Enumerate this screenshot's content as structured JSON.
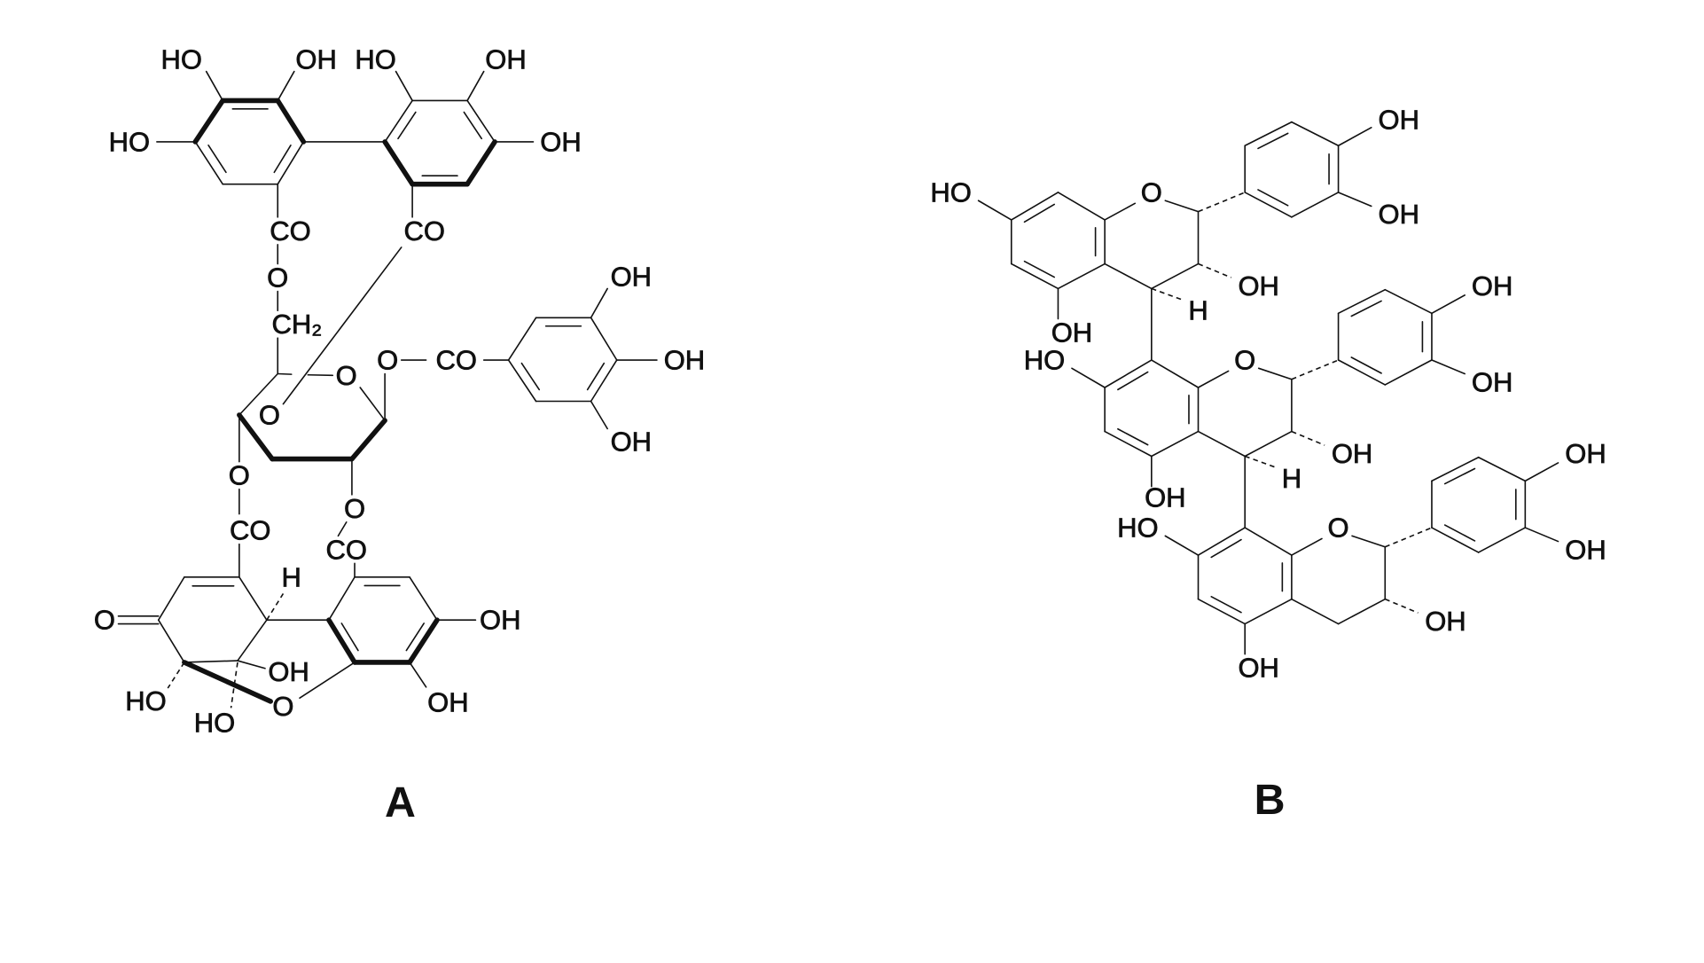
{
  "figure": {
    "panel_a": {
      "label": "A",
      "atoms": [
        "HO",
        "OH",
        "HO",
        "OH",
        "HO",
        "OH",
        "CO",
        "CO",
        "O",
        "CH₂",
        "O",
        "O",
        "CO",
        "OH",
        "OH",
        "OH",
        "O",
        "O",
        "O",
        "CO",
        "CO",
        "H",
        "O",
        "OH",
        "OH",
        "HO",
        "O",
        "HO",
        "OH"
      ]
    },
    "panel_b": {
      "label": "B",
      "atoms": [
        "HO",
        "O",
        "OH",
        "OH",
        "OH",
        "H",
        "OH",
        "HO",
        "O",
        "OH",
        "OH",
        "OH",
        "H",
        "OH",
        "HO",
        "O",
        "OH",
        "OH",
        "OH",
        "OH"
      ]
    }
  }
}
